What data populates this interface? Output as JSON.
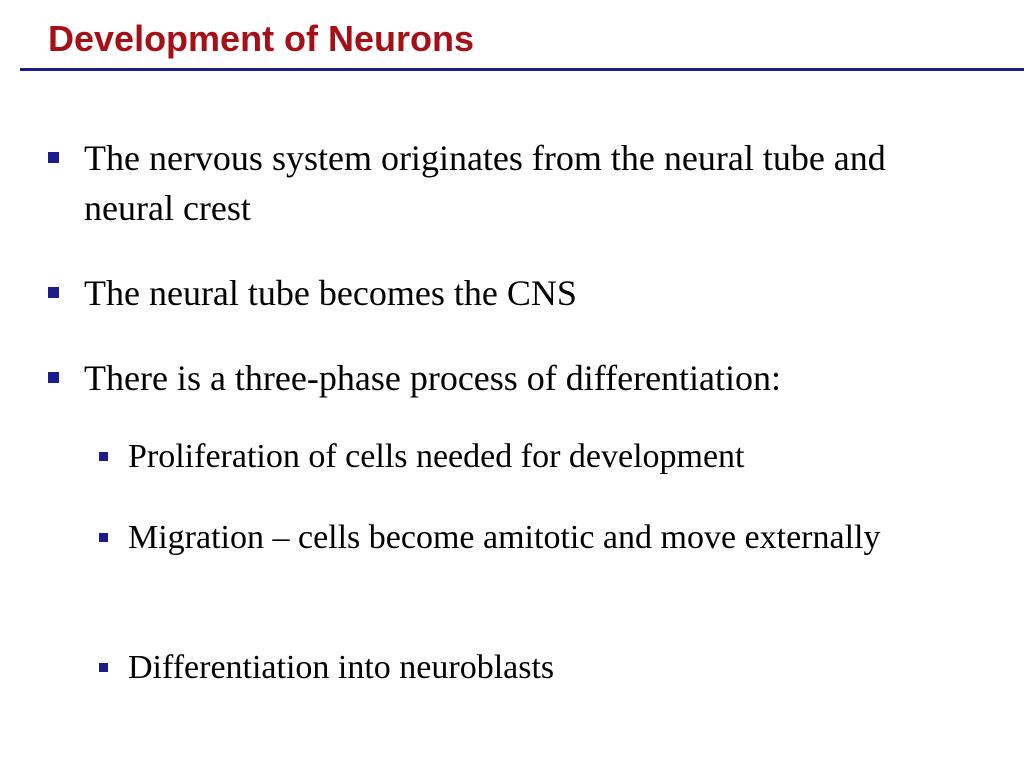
{
  "slide": {
    "title": "Development of Neurons",
    "colors": {
      "title": "#a50f15",
      "rule": "#1c1c8c",
      "bullet": "#1c1c8c",
      "text": "#000000"
    },
    "bullets": [
      {
        "text": "The nervous system originates from the neural tube and neural crest"
      },
      {
        "text": "The neural tube becomes the CNS"
      },
      {
        "text": "There is a three-phase process of differentiation:"
      }
    ],
    "sub_bullets": [
      {
        "text": "Proliferation of cells needed for development"
      },
      {
        "text": "Migration – cells become amitotic and move externally"
      },
      {
        "text": "Differentiation into neuroblasts"
      }
    ]
  }
}
